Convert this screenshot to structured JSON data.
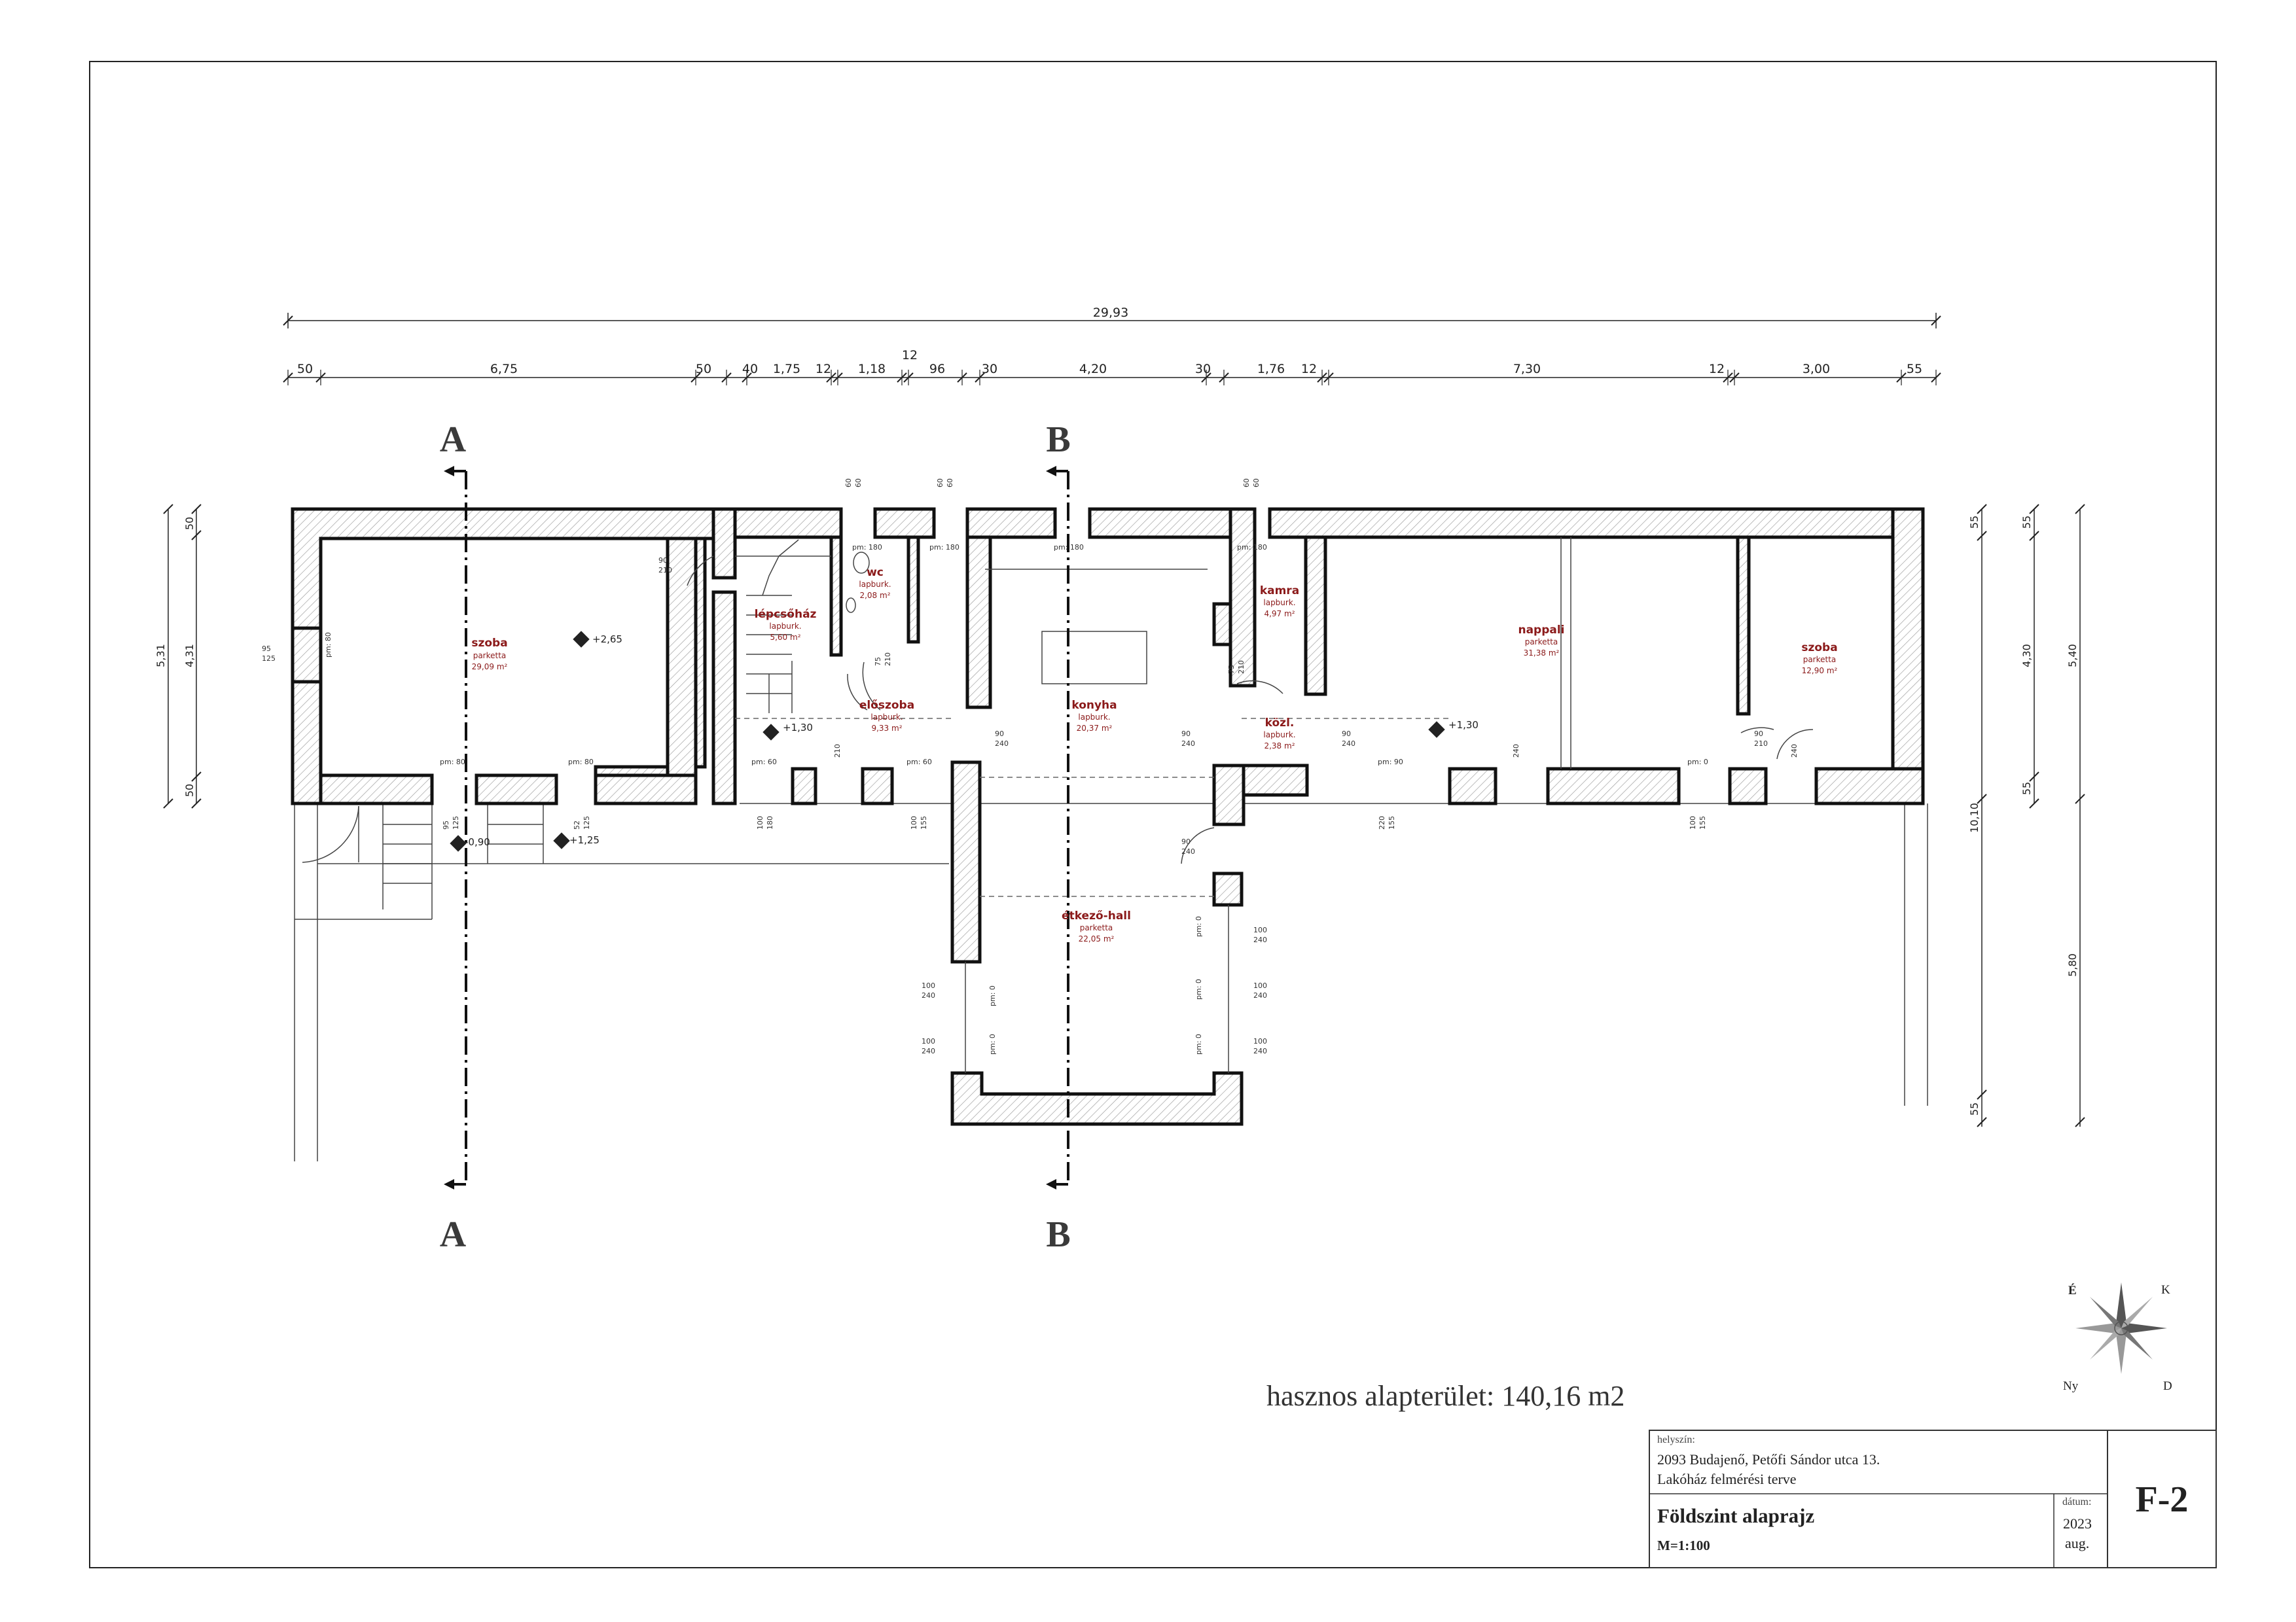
{
  "drawing": {
    "section_labels": [
      "A",
      "A",
      "B",
      "B"
    ],
    "dimensions": {
      "overall": "29,93",
      "top_chain": [
        "50",
        "6,75",
        "50",
        "40",
        "1,75",
        "12",
        "1,18",
        "12",
        "96",
        "30",
        "4,20",
        "30",
        "1,76",
        "12",
        "7,30",
        "12",
        "3,00",
        "55"
      ],
      "left_total": "5,31",
      "left_chain": [
        "50",
        "4,31",
        "50"
      ],
      "right_chain_inner": [
        "55",
        "4,30",
        "55"
      ],
      "right_total_upper": "5,40",
      "right_total": "10,10",
      "right_lower": "5,80",
      "right_bottom": "55"
    },
    "rooms": [
      {
        "id": "szoba-1",
        "name": "szoba",
        "floor": "parketta",
        "area": "29,09 m²"
      },
      {
        "id": "lepcsohaz",
        "name": "lépcsőház",
        "floor": "lapburk.",
        "area": "5,60 m²"
      },
      {
        "id": "wc",
        "name": "wc",
        "floor": "lapburk.",
        "area": "2,08 m²"
      },
      {
        "id": "eloszoba",
        "name": "előszoba",
        "floor": "lapburk.",
        "area": "9,33 m²"
      },
      {
        "id": "konyha",
        "name": "konyha",
        "floor": "lapburk.",
        "area": "20,37 m²"
      },
      {
        "id": "kamra",
        "name": "kamra",
        "floor": "lapburk.",
        "area": "4,97 m²"
      },
      {
        "id": "kozl",
        "name": "közl.",
        "floor": "lapburk.",
        "area": "2,38 m²"
      },
      {
        "id": "nappali",
        "name": "nappali",
        "floor": "parketta",
        "area": "31,38 m²"
      },
      {
        "id": "szoba-2",
        "name": "szoba",
        "floor": "parketta",
        "area": "12,90 m²"
      },
      {
        "id": "etkezo-hall",
        "name": "étkező-hall",
        "floor": "parketta",
        "area": "22,05 m²"
      }
    ],
    "levels": [
      "+2,65",
      "+1,30",
      "+1,30",
      "-0,90",
      "+1,25"
    ],
    "openings": {
      "pm80": "pm: 80",
      "pm60": "pm: 60",
      "pm180": "pm: 180",
      "pm90": "pm: 90",
      "pm0": "pm: 0",
      "d90": "90",
      "d210": "210",
      "d240": "240",
      "d100": "100",
      "d180": "180",
      "d95": "95",
      "d125": "125",
      "d220": "220",
      "d60": "60",
      "d75": "75",
      "d52": "52",
      "d155": "155"
    },
    "compass": {
      "north": "É",
      "east": "K",
      "west": "Ny",
      "south": "D"
    }
  },
  "useful_area": "hasznos alapterület: 140,16 m2",
  "title_block": {
    "location_label": "helyszín:",
    "address": "2093 Budajenő, Petőfi Sándor utca 13.",
    "project": "Lakóház felmérési terve",
    "title": "Földszint alaprajz",
    "scale": "M=1:100",
    "date_label": "dátum:",
    "year": "2023",
    "month": "aug.",
    "code": "F-2"
  }
}
